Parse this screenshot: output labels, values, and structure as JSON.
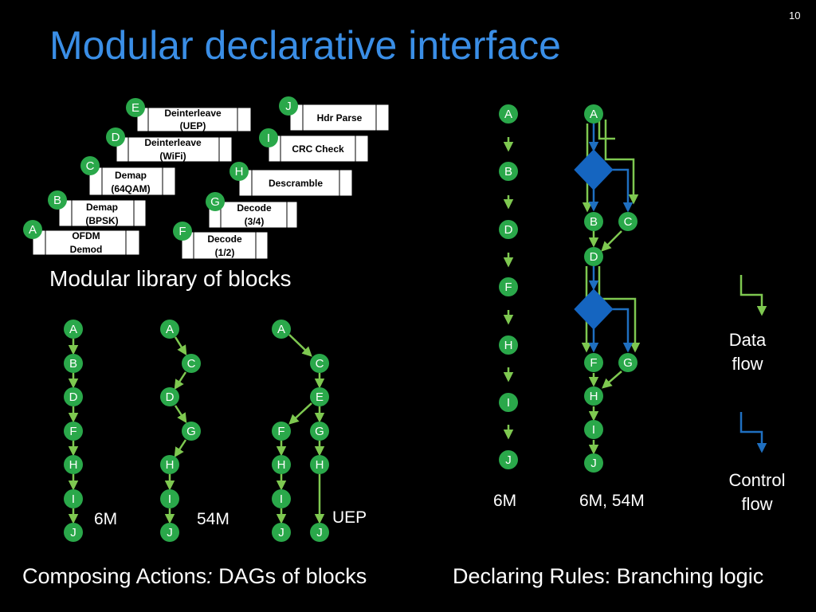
{
  "slide": {
    "number": "10",
    "title": "Modular declarative interface"
  },
  "library": {
    "caption": "Modular library of blocks",
    "blocks": [
      {
        "node": "E",
        "text": [
          "Deinterleave",
          "(UEP)"
        ]
      },
      {
        "node": "D",
        "text": [
          "Deinterleave",
          "(WiFi)"
        ]
      },
      {
        "node": "C",
        "text": [
          "Demap",
          "(64QAM)"
        ]
      },
      {
        "node": "B",
        "text": [
          "Demap",
          "(BPSK)"
        ]
      },
      {
        "node": "A",
        "text": [
          "OFDM",
          "Demod"
        ]
      },
      {
        "node": "J",
        "text": [
          "Hdr Parse"
        ]
      },
      {
        "node": "I",
        "text": [
          "CRC Check"
        ]
      },
      {
        "node": "H",
        "text": [
          "Descramble"
        ]
      },
      {
        "node": "G",
        "text": [
          "Decode",
          "(3/4)"
        ]
      },
      {
        "node": "F",
        "text": [
          "Decode",
          "(1/2)"
        ]
      }
    ]
  },
  "composing": {
    "caption_prefix": "Composing Actions",
    "caption_italic": ":",
    "caption_suffix": " DAGs of blocks",
    "dags": [
      {
        "label": "6M",
        "nodes": [
          "A",
          "B",
          "D",
          "F",
          "H",
          "I",
          "J"
        ]
      },
      {
        "label": "54M",
        "nodes": [
          "A",
          "C",
          "D",
          "G",
          "H",
          "I",
          "J"
        ]
      },
      {
        "label": "UEP",
        "nodes": [
          "A",
          "C",
          "E",
          "F",
          "G",
          "I",
          "H",
          "J"
        ]
      }
    ]
  },
  "declaring": {
    "caption": "Declaring Rules: Branching logic",
    "chain_label": "6M",
    "chain_nodes": [
      "A",
      "B",
      "D",
      "F",
      "H",
      "I",
      "J"
    ],
    "branch_label": "6M, 54M",
    "branch_nodes": [
      "A",
      "B",
      "C",
      "D",
      "F",
      "G",
      "H",
      "I",
      "J"
    ]
  },
  "legend": {
    "data_flow": [
      "Data",
      "flow"
    ],
    "control_flow": [
      "Control",
      "flow"
    ]
  },
  "colors": {
    "title": "#3a8ee6",
    "node_fill": "#2aa84a",
    "data_arrow": "#7ec850",
    "control_arrow": "#1f6fc0",
    "diamond": "#1565c0"
  }
}
